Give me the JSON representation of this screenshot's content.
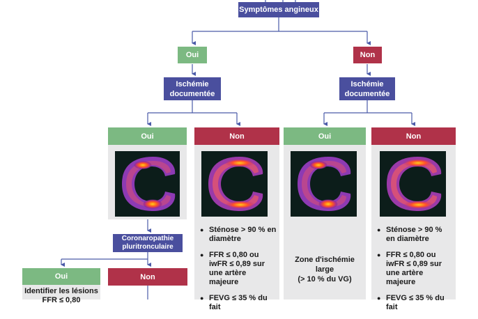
{
  "root": {
    "label": "Symptômes angineux"
  },
  "level1": {
    "yes": "Oui",
    "no": "Non",
    "ischemia_left": "Ischémie documentée",
    "ischemia_right": "Ischémie documentée"
  },
  "panels": [
    {
      "label": "Oui",
      "color": "green"
    },
    {
      "label": "Non",
      "color": "red",
      "items": [
        "Sténose > 90 % en diamètre",
        "FFR ≤ 0,80 ou iwFR ≤ 0,89 sur une artère majeure",
        "FEVG ≤ 35 % du fait"
      ]
    },
    {
      "label": "Oui",
      "color": "green",
      "text": [
        "Zone d'ischémie",
        "large",
        "(> 10 % du VG)"
      ]
    },
    {
      "label": "Non",
      "color": "red",
      "items": [
        "Sténose > 90 % en diamètre",
        "FFR ≤ 0,80 ou iwFR ≤ 0,89 sur une artère majeure",
        "FEVG ≤ 35 % du fait"
      ]
    }
  ],
  "coronaro": {
    "label": "Coronaropathie pluritronculaire"
  },
  "bottom": {
    "yes": "Oui",
    "no": "Non",
    "yes_text": "Identifier les lésions",
    "yes_text_partial": "FFR ≤ 0,80"
  },
  "colors": {
    "blue": "#4a4f9e",
    "green": "#7cb982",
    "red": "#b03249",
    "panel": "#e8e8e9",
    "line": "#4a5aa8"
  },
  "icons": [
    "myocardial-perfusion-scan-image"
  ]
}
